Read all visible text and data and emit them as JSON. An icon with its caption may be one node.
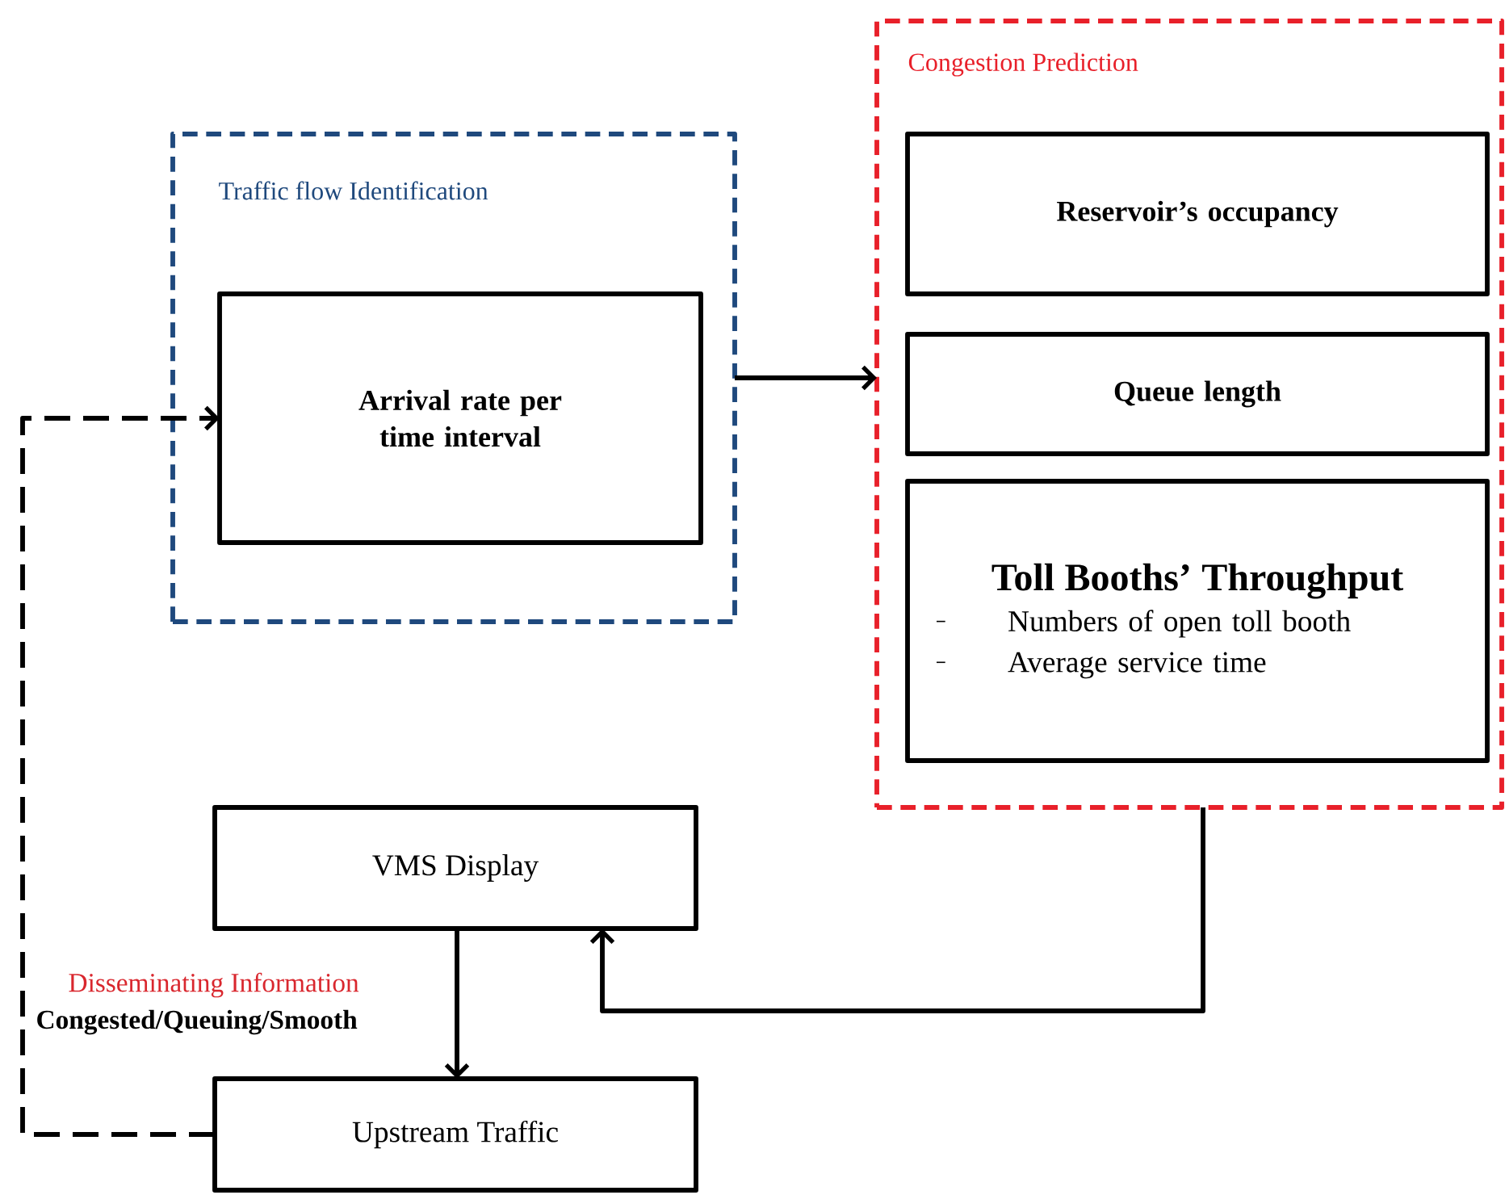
{
  "diagram": {
    "nodes": [
      {
        "text": [
          "Traffic flow Identification"
        ]
      },
      {
        "text": [
          "Arrival rate per time interval"
        ],
        "in": 0
      },
      {
        "text": [
          "Congestion Prediction"
        ]
      },
      {
        "text": [
          "Reservoir’s occupancy"
        ],
        "in": 2
      },
      {
        "text": [
          "Queue length"
        ],
        "in": 2
      },
      {
        "text": [
          "Toll Booths’ Throughput",
          "Numbers of open toll booth",
          "Average service time"
        ],
        "in": 2
      },
      {
        "text": [
          "VMS Display"
        ]
      },
      {
        "text": [
          "Upstream Traffic"
        ]
      }
    ],
    "edges": [
      {
        "from": 0,
        "to": 2,
        "arrow": "to"
      },
      {
        "from": 2,
        "to": 6,
        "arrow": "to"
      },
      {
        "from": 6,
        "to": 7,
        "arrow": "to"
      },
      {
        "from": 7,
        "to": 1,
        "arrow": "to",
        "style": "dashed"
      }
    ],
    "labels": [
      "Disseminating Information",
      "Congested/Queuing/Smooth"
    ]
  }
}
